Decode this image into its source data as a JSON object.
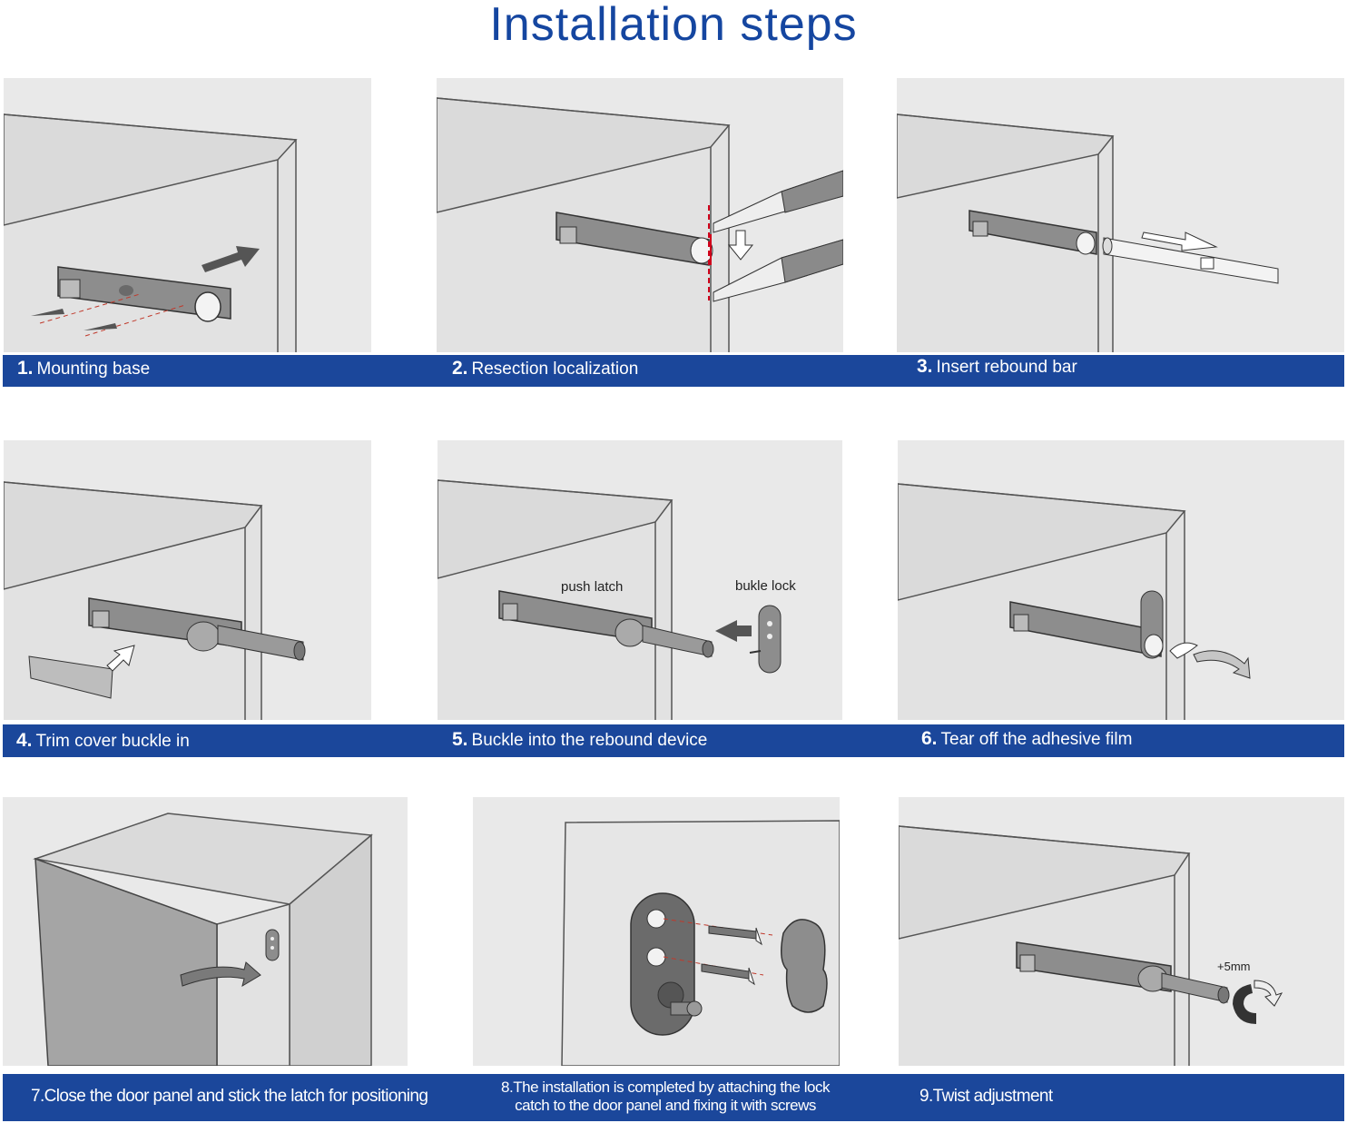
{
  "title": "Installation steps",
  "colors": {
    "band": "#1b479b",
    "title": "#1546a0",
    "panel": "#e9e9e9"
  },
  "steps": [
    {
      "num": "1.",
      "text": "Mounting base"
    },
    {
      "num": "2.",
      "text": "Resection localization"
    },
    {
      "num": "3.",
      "text": "Insert rebound bar"
    },
    {
      "num": "4.",
      "text": "Trim cover buckle in"
    },
    {
      "num": "5.",
      "text": "Buckle into the rebound device"
    },
    {
      "num": "6.",
      "text": "Tear off the adhesive film"
    },
    {
      "num": "7.",
      "text": "Close the door panel and stick the latch for positioning"
    },
    {
      "num": "8.",
      "line1": "The installation is completed by attaching the lock",
      "line2": "catch to the door panel and fixing it with screws"
    },
    {
      "num": "9.",
      "text": "Twist adjustment"
    }
  ],
  "labels": {
    "push_latch": "push latch",
    "buckle_lock": "bukle lock",
    "adjust": "+5mm"
  }
}
